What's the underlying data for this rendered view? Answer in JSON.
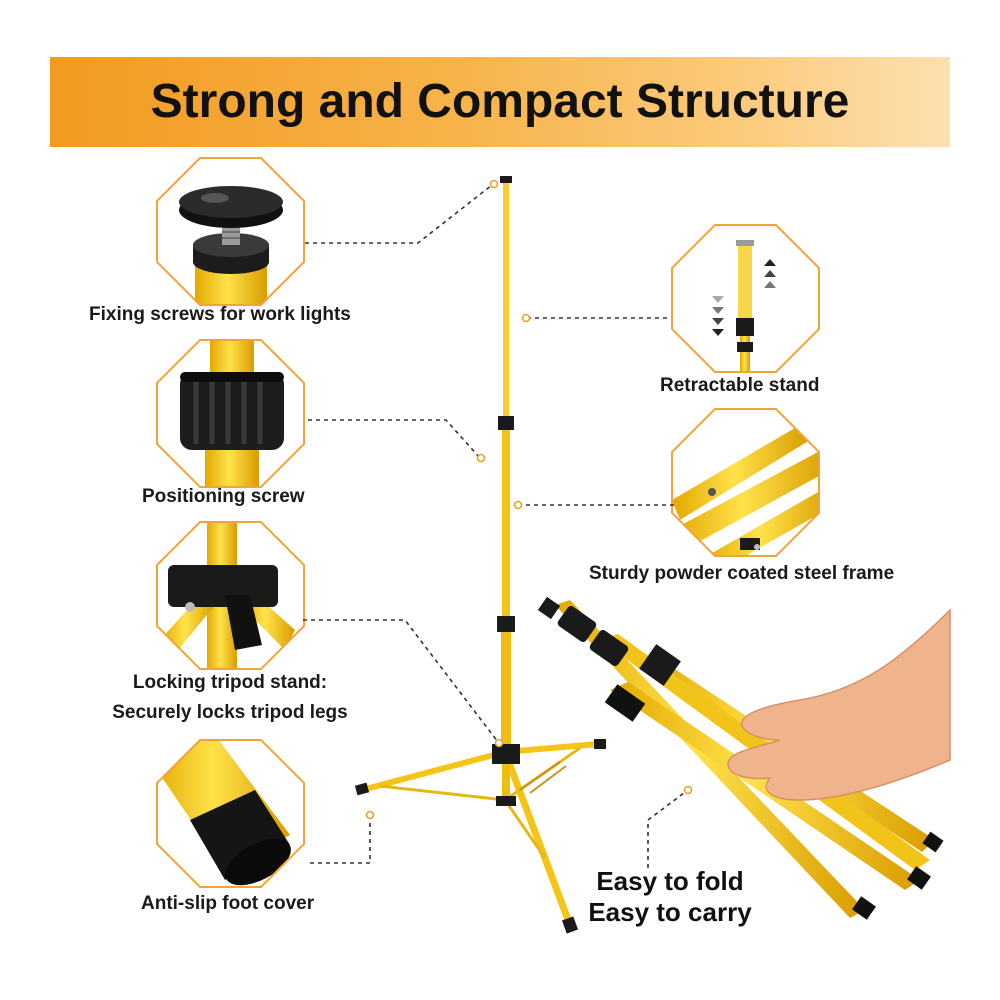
{
  "banner": {
    "title": "Strong and Compact Structure"
  },
  "features": {
    "fixing_screws": "Fixing screws for work lights",
    "positioning_screw": "Positioning screw",
    "locking_line1": "Locking tripod stand:",
    "locking_line2": "Securely locks tripod legs",
    "anti_slip": "Anti-slip foot cover",
    "retractable": "Retractable stand",
    "steel_frame": "Sturdy powder coated steel frame",
    "fold": "Easy to fold",
    "carry": "Easy to carry"
  },
  "colors": {
    "banner_orange": "#f29a1f",
    "stand_yellow": "#f4c518",
    "octagon_border": "#f1a43a",
    "cap_black": "#1a1a1a"
  }
}
